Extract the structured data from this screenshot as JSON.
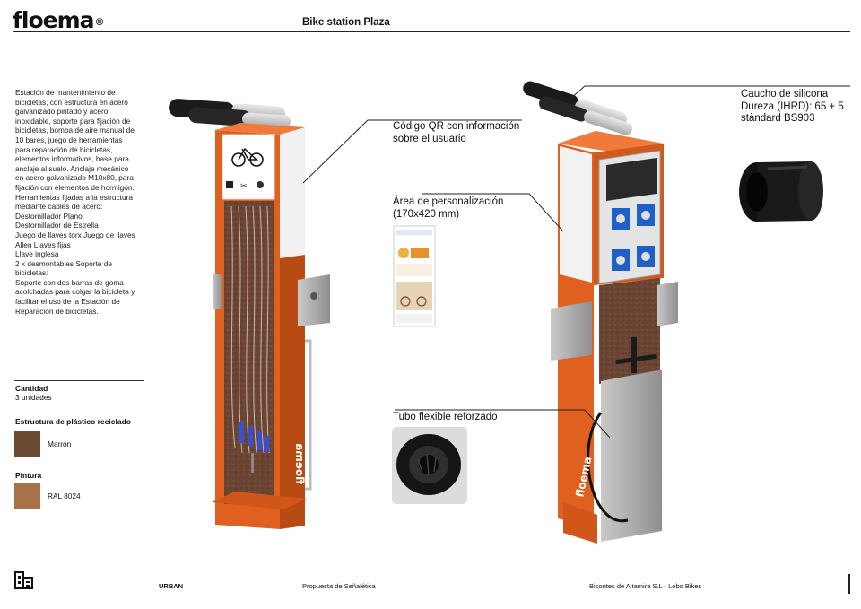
{
  "header": {
    "brand": "floema",
    "registered": "®",
    "title": "Bike station Plaza"
  },
  "description": [
    "Estación de mantenimiento de",
    "bicicletas, con estructura en acero",
    "galvanizado pintado y acero",
    "inoxidable, soporte para fijación de",
    "bicicletas, bomba de aire manual de",
    "10 bares, juego de herramientas",
    "para reparación de bicicletas,",
    "elementos informativos, base para",
    "anclaje al suelo. Anclaje mecánico",
    "en acero galvanizado M10x80, para",
    "fijación con elementos de hormigón.",
    "Herramientas fijadas a la estructura",
    "mediante cables de acero:",
    "Destornillador Plano",
    "Destornillador de Estrella",
    "Juego de llaves torx Juego de llaves",
    "Allen Llaves fijas",
    "Llave inglesa",
    "2 x desmontables Soporte de",
    "bicicletas:",
    "Soporte con dos barras de goma",
    "acolchadas para colgar la bicicleta y",
    "facilitar el uso de la Estación de",
    "Reparación de bicicletas."
  ],
  "specs": {
    "cantidad_label": "Cantidad",
    "cantidad_value": "3 unidades",
    "estructura_label": "Estructura de plástico reciclado",
    "estructura_color_name": "Marrón",
    "estructura_color": "#6b4a32",
    "pintura_label": "Pintura",
    "pintura_color_name": "RAL 8024",
    "pintura_color": "#a8714a"
  },
  "callouts": {
    "qr_line1": "Código QR con información",
    "qr_line2": "sobre el usuario",
    "area_line1": "Área de personalización",
    "area_line2": "(170x420 mm)",
    "tubo": "Tubo flexible reforzado",
    "caucho_line1": "Caucho de silicona",
    "caucho_line2": "Dureza (IHRD): 65 + 5",
    "caucho_line3": "stàndard BS903"
  },
  "accent_color": "#e0601f",
  "footer": {
    "urban": "URBAN",
    "proposal": "Propuesta de Señalética",
    "client": "Bisontes de Altamira S.L - Lobo Bikes"
  }
}
